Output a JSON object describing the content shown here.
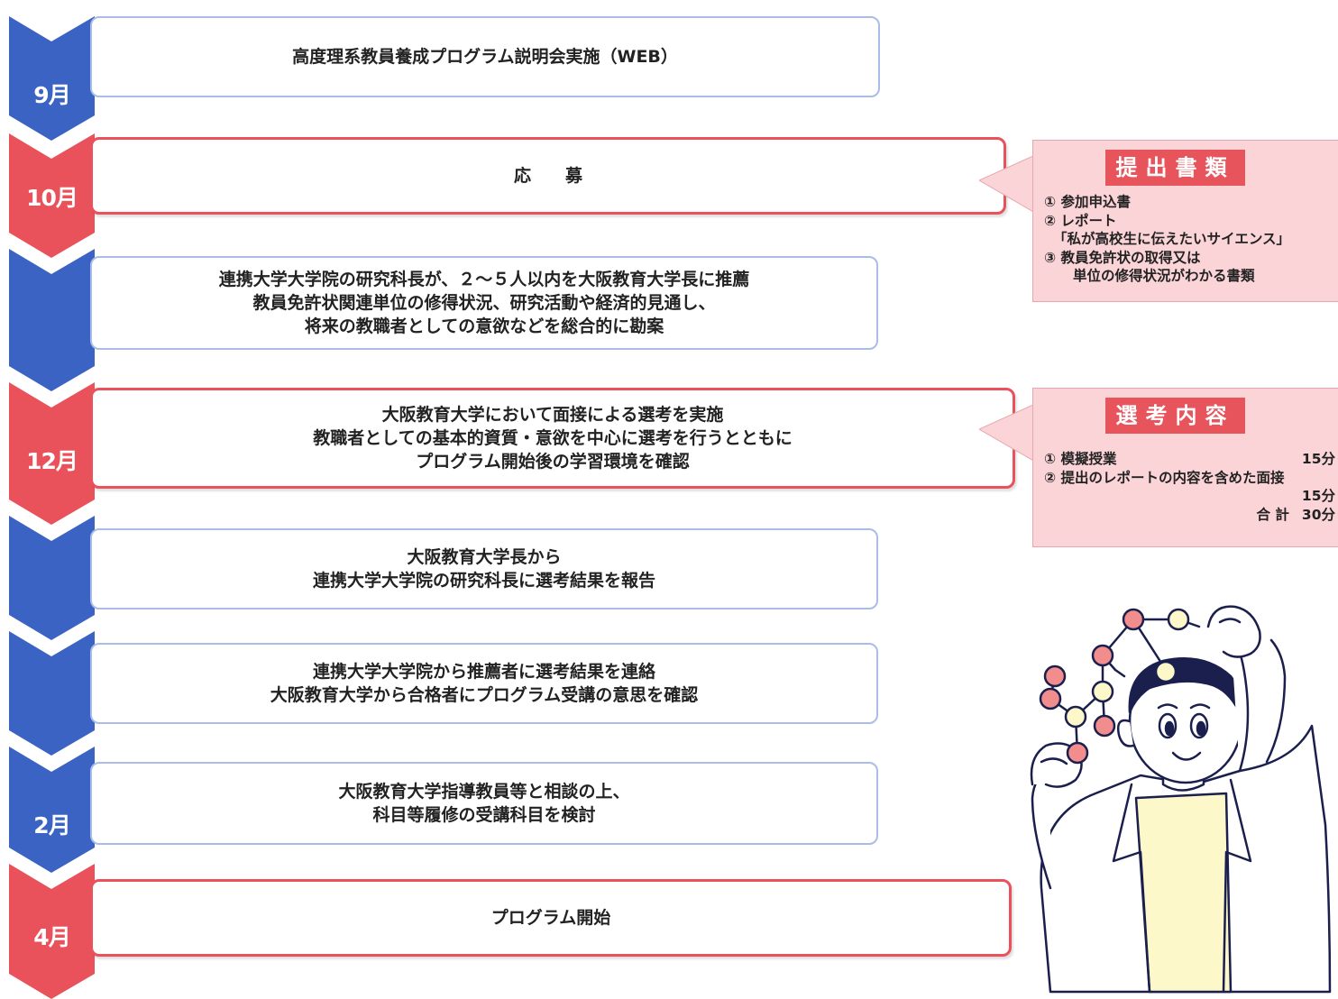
{
  "timeline": {
    "months": {
      "sep": "9月",
      "oct": "10月",
      "dec": "12月",
      "feb": "2月",
      "apr": "4月"
    },
    "steps": [
      {
        "text": "高度理系教員養成プログラム説明会実施（WEB）",
        "color": "blue"
      },
      {
        "text": "応　　募",
        "color": "red"
      },
      {
        "text": "連携大学大学院の研究科長が、２～５人以内を大阪教育大学長に推薦\n教員免許状関連単位の修得状況、研究活動や経済的見通し、\n将来の教職者としての意欲などを総合的に勘案",
        "color": "blue"
      },
      {
        "text": "大阪教育大学において面接による選考を実施\n教職者としての基本的資質・意欲を中心に選考を行うとともに\nプログラム開始後の学習環境を確認",
        "color": "red"
      },
      {
        "text": "大阪教育大学長から\n連携大学大学院の研究科長に選考結果を報告",
        "color": "blue"
      },
      {
        "text": "連携大学大学院から推薦者に選考結果を連絡\n大阪教育大学から合格者にプログラム受講の意思を確認",
        "color": "blue"
      },
      {
        "text": "大阪教育大学指導教員等と相談の上、\n科目等履修の受講科目を検討",
        "color": "blue"
      },
      {
        "text": "プログラム開始",
        "color": "red"
      }
    ]
  },
  "documents": {
    "title": "提出書類",
    "items": [
      "① 参加申込書",
      "② レポート",
      "「私が高校生に伝えたいサイエンス」",
      "③ 教員免許状の取得又は",
      "単位の修得状況がわかる書類"
    ]
  },
  "selection": {
    "title": "選考内容",
    "item1": "① 模擬授業",
    "item1_time": "15分",
    "item2": "② 提出のレポートの内容を含めた面接",
    "item2_time": "15分",
    "total_label": "合 計",
    "total_time": "30分"
  },
  "colors": {
    "blue": "#3a63c3",
    "red": "#e9525a",
    "callout_bg": "#fbd4d8"
  },
  "illustration": "scientist-with-molecule-model"
}
